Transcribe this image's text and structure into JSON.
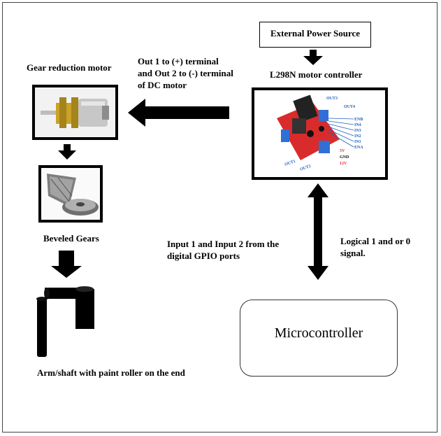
{
  "labels": {
    "gear_motor": "Gear reduction motor",
    "out_line1": "Out 1 to (+) terminal",
    "out_line2": "and Out 2 to (-) terminal",
    "out_line3": "of DC motor",
    "ext_power": "External Power Source",
    "l298n": "L298N motor controller",
    "beveled": "Beveled Gears",
    "input_line1": "Input 1 and Input 2 from the",
    "input_line2": "digital GPIO ports",
    "logic_line1": "Logical 1 and or 0",
    "logic_line2": "signal.",
    "microcontroller": "Microcontroller",
    "arm": "Arm/shaft with paint roller on the end"
  },
  "board_pins": {
    "out3": "OUT3",
    "out4": "OUT4",
    "enb": "ENB",
    "in4": "IN4",
    "in3": "IN3",
    "in2": "IN2",
    "in1": "IN1",
    "ena": "ENA",
    "v5": "5V",
    "gnd": "GND",
    "v12": "12V",
    "out1": "OUT1",
    "out2": "OUT2"
  },
  "colors": {
    "board": "#d92b2b",
    "pin_label": "#1f5fbf",
    "terminal": "#2f6fd6"
  }
}
